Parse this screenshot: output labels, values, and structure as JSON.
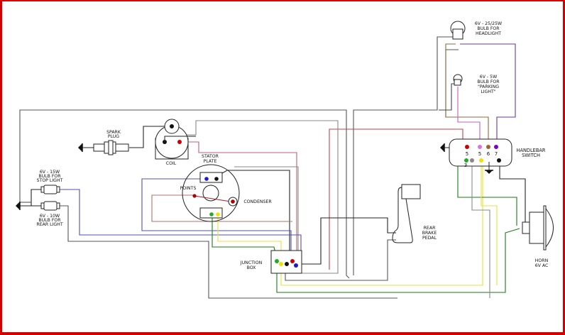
{
  "title": "Wiring diagram",
  "colors": {
    "border": "#d40000",
    "wire_black": "#222222",
    "wire_grey": "#8c8c8c",
    "wire_red": "#c04050",
    "wire_brown": "#a06060",
    "wire_blue": "#5050b0",
    "wire_green": "#1a7a1a",
    "wire_yellow": "#e8e040",
    "wire_purple": "#7020a0",
    "wire_pink": "#c060c0",
    "wire_tan": "#8a6a40"
  },
  "components": {
    "headlight": {
      "lines": [
        "6V - 25/25W",
        "BULB FOR",
        "HEADLIGHT"
      ]
    },
    "parking_light": {
      "lines": [
        "6V - 5W",
        "BULB FOR",
        "\"PARKING",
        "LIGHT\""
      ]
    },
    "handlebar_switch": {
      "lines": [
        "HANDLEBAR",
        "SWITCH"
      ],
      "top_pins": [
        {
          "label": "5",
          "color": "#cc0000"
        },
        {
          "label": "5",
          "color": "#e070e0"
        },
        {
          "label": "6",
          "color": "#996633"
        },
        {
          "label": "7",
          "color": "#7a00cc"
        }
      ],
      "bottom_pins": [
        {
          "label": "3",
          "color": "#22aa22"
        },
        {
          "label": "",
          "color": "#888888"
        },
        {
          "label": "",
          "color": "#f0e000"
        },
        {
          "label": "",
          "color": "#111111"
        }
      ]
    },
    "spark_plug": {
      "lines": [
        "SPARK",
        "PLUG"
      ]
    },
    "coil": {
      "label": "COIL"
    },
    "stator_plate": {
      "lines": [
        "STATOR",
        "PLATE"
      ]
    },
    "points": {
      "label": "POINTS"
    },
    "condenser": {
      "label": "CONDENSER"
    },
    "stop_light": {
      "lines": [
        "6V - 15W",
        "BULB FOR",
        "STOP LIGHT"
      ]
    },
    "rear_light": {
      "lines": [
        "6V - 10W",
        "BULB FOR",
        "REAR LIGHT"
      ]
    },
    "junction_box": {
      "lines": [
        "JUNCTION",
        "BOX"
      ],
      "terminals": [
        {
          "color": "#22aa22"
        },
        {
          "color": "#f0e000"
        },
        {
          "color": "#111111"
        },
        {
          "color": "#cc0000"
        },
        {
          "color": "#1a1acc"
        }
      ]
    },
    "rear_brake_pedal": {
      "lines": [
        "REAR",
        "BRAKE",
        "PEDAL"
      ]
    },
    "horn": {
      "lines": [
        "HORN",
        "6V AC"
      ]
    }
  }
}
